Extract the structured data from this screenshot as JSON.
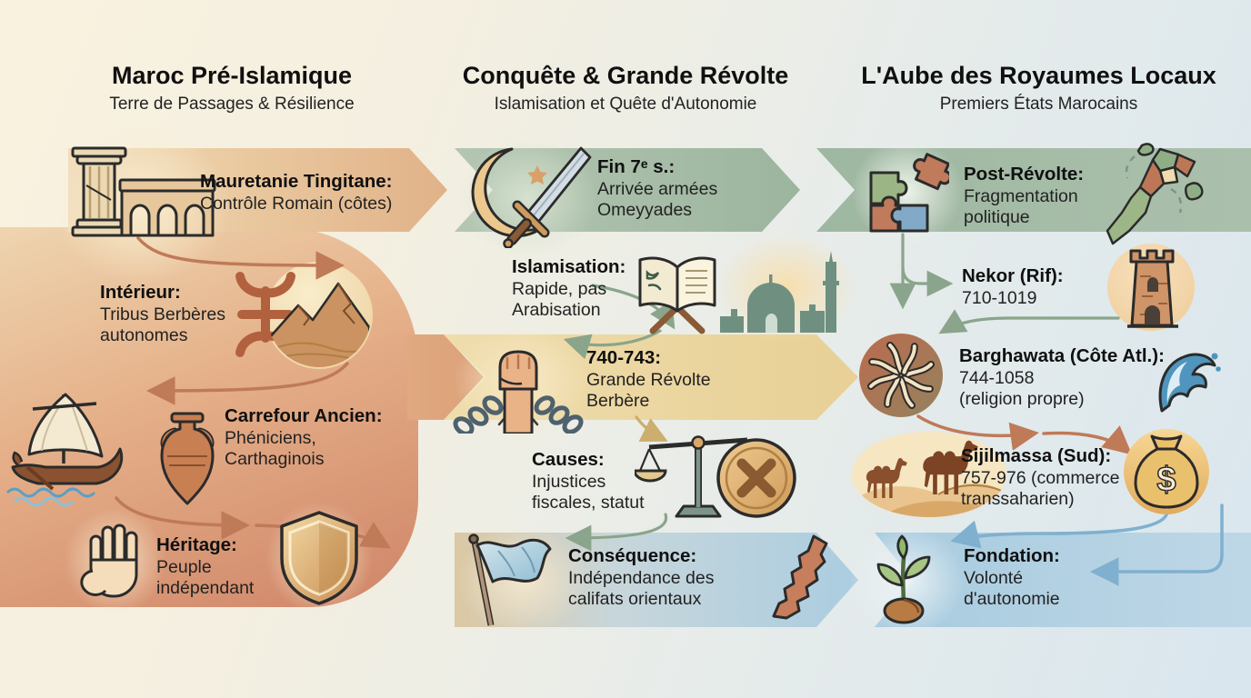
{
  "columns": [
    {
      "title": "Maroc Pré-Islamique",
      "subtitle": "Terre de Passages & Résilience",
      "items": [
        {
          "label": "Mauretanie Tingitane:",
          "lines": [
            "Contrôle Romain (côtes)"
          ]
        },
        {
          "label": "Intérieur:",
          "lines": [
            "Tribus Berbères",
            "autonomes"
          ]
        },
        {
          "label": "Carrefour Ancien:",
          "lines": [
            "Phéniciens,",
            "Carthaginois"
          ]
        },
        {
          "label": "Héritage:",
          "lines": [
            "Peuple",
            "indépendant"
          ]
        }
      ]
    },
    {
      "title": "Conquête & Grande Révolte",
      "subtitle": "Islamisation et Quête d'Autonomie",
      "items": [
        {
          "label": "Fin 7ᵉ s.:",
          "lines": [
            "Arrivée armées",
            "Omeyyades"
          ]
        },
        {
          "label": "Islamisation:",
          "lines": [
            "Rapide, pas",
            "Arabisation"
          ]
        },
        {
          "label": "740-743:",
          "lines": [
            "Grande Révolte",
            "Berbère"
          ]
        },
        {
          "label": "Causes:",
          "lines": [
            "Injustices",
            "fiscales, statut"
          ]
        },
        {
          "label": "Conséquence:",
          "lines": [
            "Indépendance des",
            "califats orientaux"
          ]
        }
      ]
    },
    {
      "title": "L'Aube des Royaumes Locaux",
      "subtitle": "Premiers États Marocains",
      "items": [
        {
          "label": "Post-Révolte:",
          "lines": [
            "Fragmentation",
            "politique"
          ]
        },
        {
          "label": "Nekor (Rif):",
          "lines": [
            "710-1019"
          ]
        },
        {
          "label": "Barghawata (Côte Atl.):",
          "lines": [
            "744-1058",
            "(religion propre)"
          ]
        },
        {
          "label": "Sijilmassa (Sud):",
          "lines": [
            "757-976 (commerce",
            "transsaharien)"
          ]
        },
        {
          "label": "Fondation:",
          "lines": [
            "Volonté",
            "d'autonomie"
          ]
        }
      ]
    }
  ],
  "icons": [
    "roman-column-aqueduct-icon",
    "berber-yaz-icon",
    "mountain-icon",
    "phoenician-ship-icon",
    "amphora-icon",
    "raised-hand-icon",
    "shield-icon",
    "crescent-sword-icon",
    "quran-icon",
    "mosque-icon",
    "fist-broken-chain-icon",
    "scales-icon",
    "rejected-coin-icon",
    "flag-icon",
    "morocco-map-icon",
    "puzzle-icon",
    "fragmented-map-icon",
    "tower-icon",
    "barghawata-sun-icon",
    "wave-icon",
    "camel-caravan-icon",
    "money-bag-icon",
    "sprout-icon"
  ],
  "colors": {
    "terracotta_arrow": "#bf7a58",
    "sage_arrow": "#8aa58b",
    "gold_arrow": "#ccae6e",
    "blue_arrow": "#7fb0cf",
    "band_tan": "#e8c79d",
    "band_green": "#9cb59e",
    "band_gold": "#e8d096",
    "band_blue": "#abcde0",
    "blob_terracotta": "#cf8568",
    "text": "#101010",
    "background_left": "#f9f2df",
    "background_right": "#d9e6ee"
  }
}
